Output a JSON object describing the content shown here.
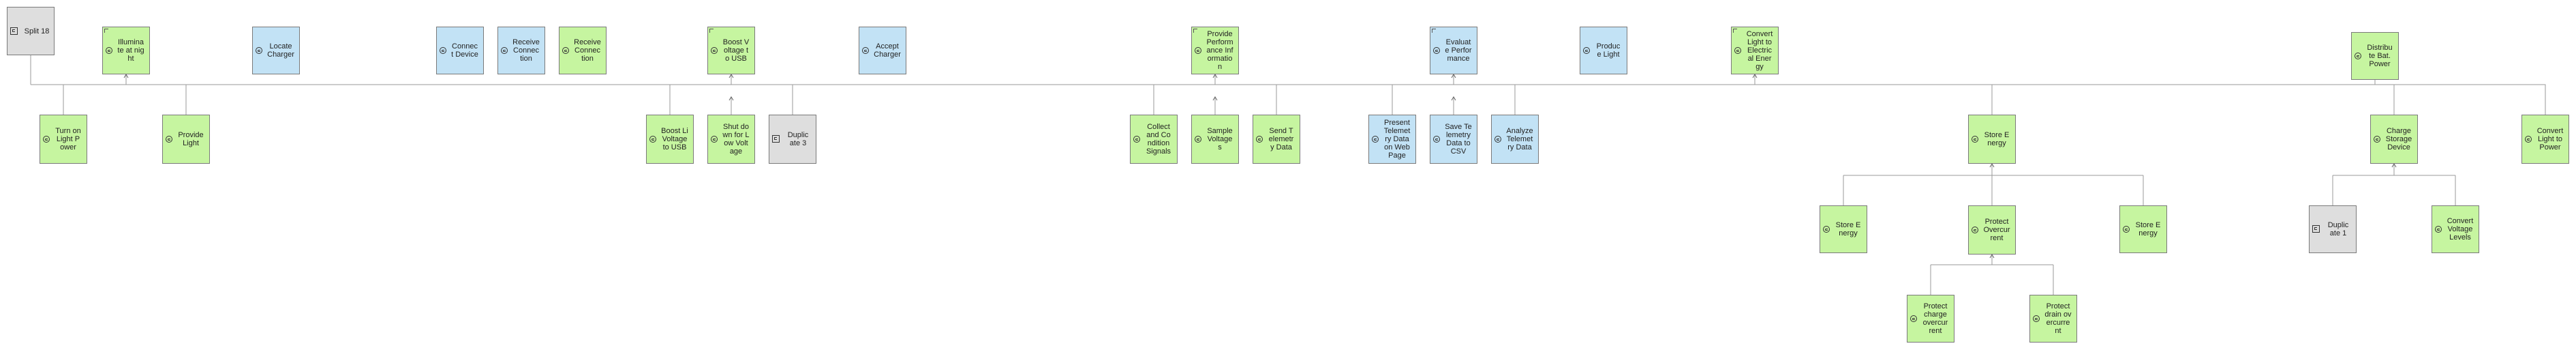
{
  "nodes": [
    {
      "id": "split18",
      "label": "Split 18",
      "type": "split"
    },
    {
      "id": "illuminate",
      "label": "Illuminate at night",
      "type": "function"
    },
    {
      "id": "locate",
      "label": "Locate Charger",
      "type": "function"
    },
    {
      "id": "connect",
      "label": "Connect Device",
      "type": "function"
    },
    {
      "id": "receive1",
      "label": "Receive Connection",
      "type": "function"
    },
    {
      "id": "receive2",
      "label": "Receive Connection",
      "type": "function"
    },
    {
      "id": "boostusb",
      "label": "Boost Voltage to USB",
      "type": "function"
    },
    {
      "id": "accept",
      "label": "Accept Charger",
      "type": "function"
    },
    {
      "id": "provideperf",
      "label": "Provide Performance Information",
      "type": "function"
    },
    {
      "id": "evaluate",
      "label": "Evaluate Performance",
      "type": "function"
    },
    {
      "id": "produce",
      "label": "Produce Light",
      "type": "function"
    },
    {
      "id": "convertlight",
      "label": "Convert Light to Electrical Energy",
      "type": "function"
    },
    {
      "id": "distribute",
      "label": "Distribute Bat. Power",
      "type": "function"
    },
    {
      "id": "turnon",
      "label": "Turn on Light Power",
      "type": "function"
    },
    {
      "id": "providelight",
      "label": "Provide Light",
      "type": "function"
    },
    {
      "id": "boostli",
      "label": "Boost Li Voltage to USB",
      "type": "function"
    },
    {
      "id": "shutdown",
      "label": "Shut down for Low Voltage",
      "type": "function"
    },
    {
      "id": "dup3",
      "label": "Duplicate 3",
      "type": "duplicate"
    },
    {
      "id": "collect",
      "label": "Collect and Condition Signals",
      "type": "function"
    },
    {
      "id": "sample",
      "label": "Sample Voltages",
      "type": "function"
    },
    {
      "id": "sendtele",
      "label": "Send Telemetry Data",
      "type": "function"
    },
    {
      "id": "present",
      "label": "Present Telemetry Data on Web Page",
      "type": "function"
    },
    {
      "id": "save",
      "label": "Save Telemetry Data to CSV",
      "type": "function"
    },
    {
      "id": "analyze",
      "label": "Analyze Telemetry Data",
      "type": "function"
    },
    {
      "id": "store_main",
      "label": "Store Energy",
      "type": "function"
    },
    {
      "id": "charge",
      "label": "Charge Storage Device",
      "type": "function"
    },
    {
      "id": "convertpower",
      "label": "Convert Light to Power",
      "type": "function"
    },
    {
      "id": "store_l",
      "label": "Store Energy",
      "type": "function"
    },
    {
      "id": "protect",
      "label": "Protect Overcurrent",
      "type": "function"
    },
    {
      "id": "store_r",
      "label": "Store Energy",
      "type": "function"
    },
    {
      "id": "dup1",
      "label": "Duplicate 1",
      "type": "duplicate"
    },
    {
      "id": "convertvolt",
      "label": "Convert Voltage Levels",
      "type": "function"
    },
    {
      "id": "protectcharge",
      "label": "Protect charge overcurrent",
      "type": "function"
    },
    {
      "id": "protectdrain",
      "label": "Protect drain overcurrent",
      "type": "function"
    }
  ],
  "colors": {
    "green": "#c6f5a0",
    "blue": "#c2e2f5",
    "gray": "#dedede",
    "line": "#9a9a9a",
    "border": "#7a7a7a"
  }
}
